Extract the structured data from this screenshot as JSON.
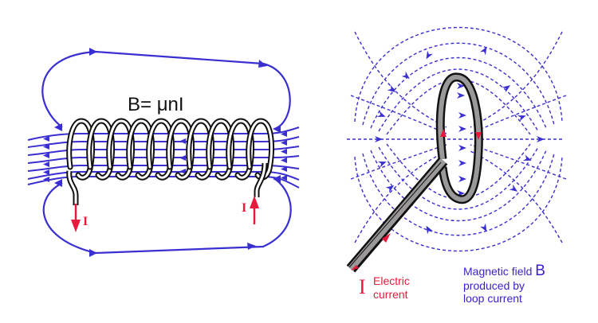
{
  "solenoid": {
    "formula": "B= μnI",
    "current_left_label": "I",
    "current_right_label": "I",
    "turns": 10
  },
  "loop": {
    "current_symbol": "I",
    "current_caption_line1": "Electric",
    "current_caption_line2": "current",
    "field_caption_line1": "Magnetic field",
    "field_symbol": "B",
    "field_caption_line2": "produced by",
    "field_caption_line3": "loop current"
  },
  "colors": {
    "field_line": "#3a2fd0",
    "current_arrow": "#e8193c",
    "wire_fill": "#9a9898",
    "wire_outline": "#111111"
  }
}
